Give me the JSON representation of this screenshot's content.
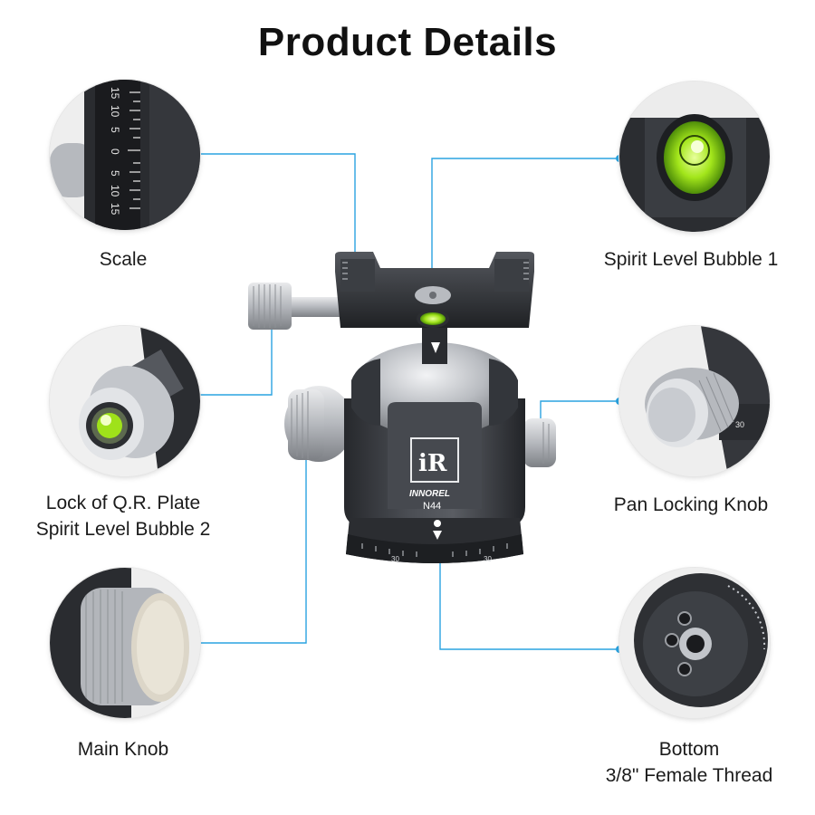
{
  "page": {
    "title": "Product Details"
  },
  "product": {
    "logo": "iR",
    "brand": "INNOREL",
    "model": "N44"
  },
  "scale_marks": {
    "v1": "15",
    "v2": "10",
    "v3": "5",
    "v4": "0",
    "v5": "5",
    "v6": "10",
    "v7": "15",
    "base": "30"
  },
  "features": [
    {
      "label": "Scale"
    },
    {
      "label": "Lock of Q.R. Plate",
      "label2": "Spirit Level Bubble 2"
    },
    {
      "label": "Main Knob"
    },
    {
      "label": "Spirit Level Bubble 1"
    },
    {
      "label": "Pan Locking Knob"
    },
    {
      "label": "Bottom",
      "label2": "3/8\" Female Thread"
    }
  ],
  "colors": {
    "accent": "#2aa3e0",
    "bubble": "#9fe21a",
    "metal_dark": "#3a3d42",
    "metal_light": "#c9ccd1"
  }
}
